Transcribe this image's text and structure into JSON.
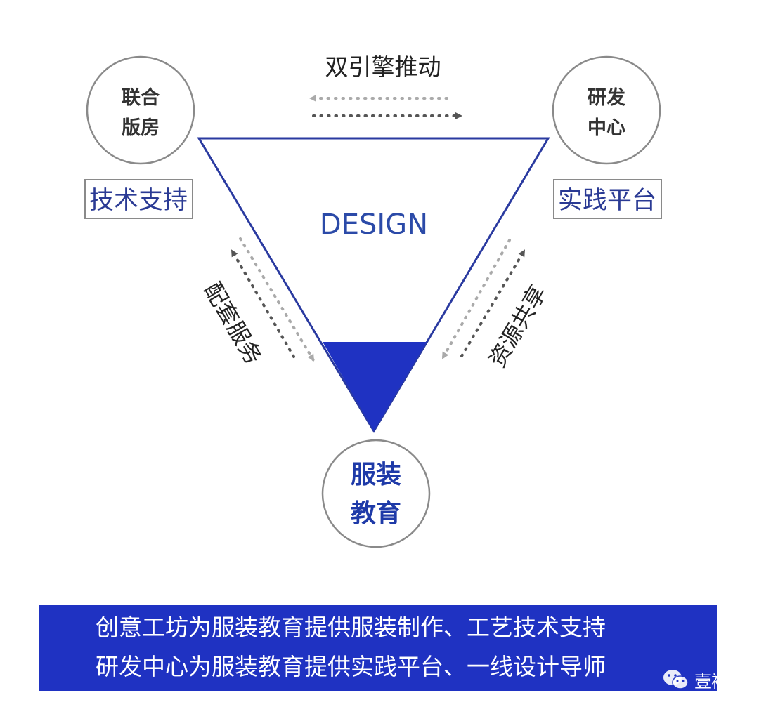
{
  "nodes": {
    "top_left": {
      "line1": "联合",
      "line2": "版房"
    },
    "top_right": {
      "line1": "研发",
      "line2": "中心"
    },
    "bottom": {
      "line1": "服装",
      "line2": "教育"
    }
  },
  "labels": {
    "tech_support": "技术支持",
    "practice_platform": "实践平台",
    "engine": "双引擎推动",
    "design": "DESIGN",
    "supporting_service": "配套服务",
    "resource_sharing": "资源共享"
  },
  "banner": {
    "line1": "创意工坊为服装教育提供服装制作、工艺技术支持",
    "line2": "研发中心为服装教育提供实践平台、一线设计导师"
  },
  "watermark": {
    "text": "壹衿",
    "icon": "wechat-icon"
  },
  "colors": {
    "accent_blue": "#1f32c2",
    "triangle_outline": "#2a3aa0",
    "circle_outline": "#8a8a8a",
    "arrow_dark": "#555555",
    "arrow_light": "#aaaaaa"
  }
}
